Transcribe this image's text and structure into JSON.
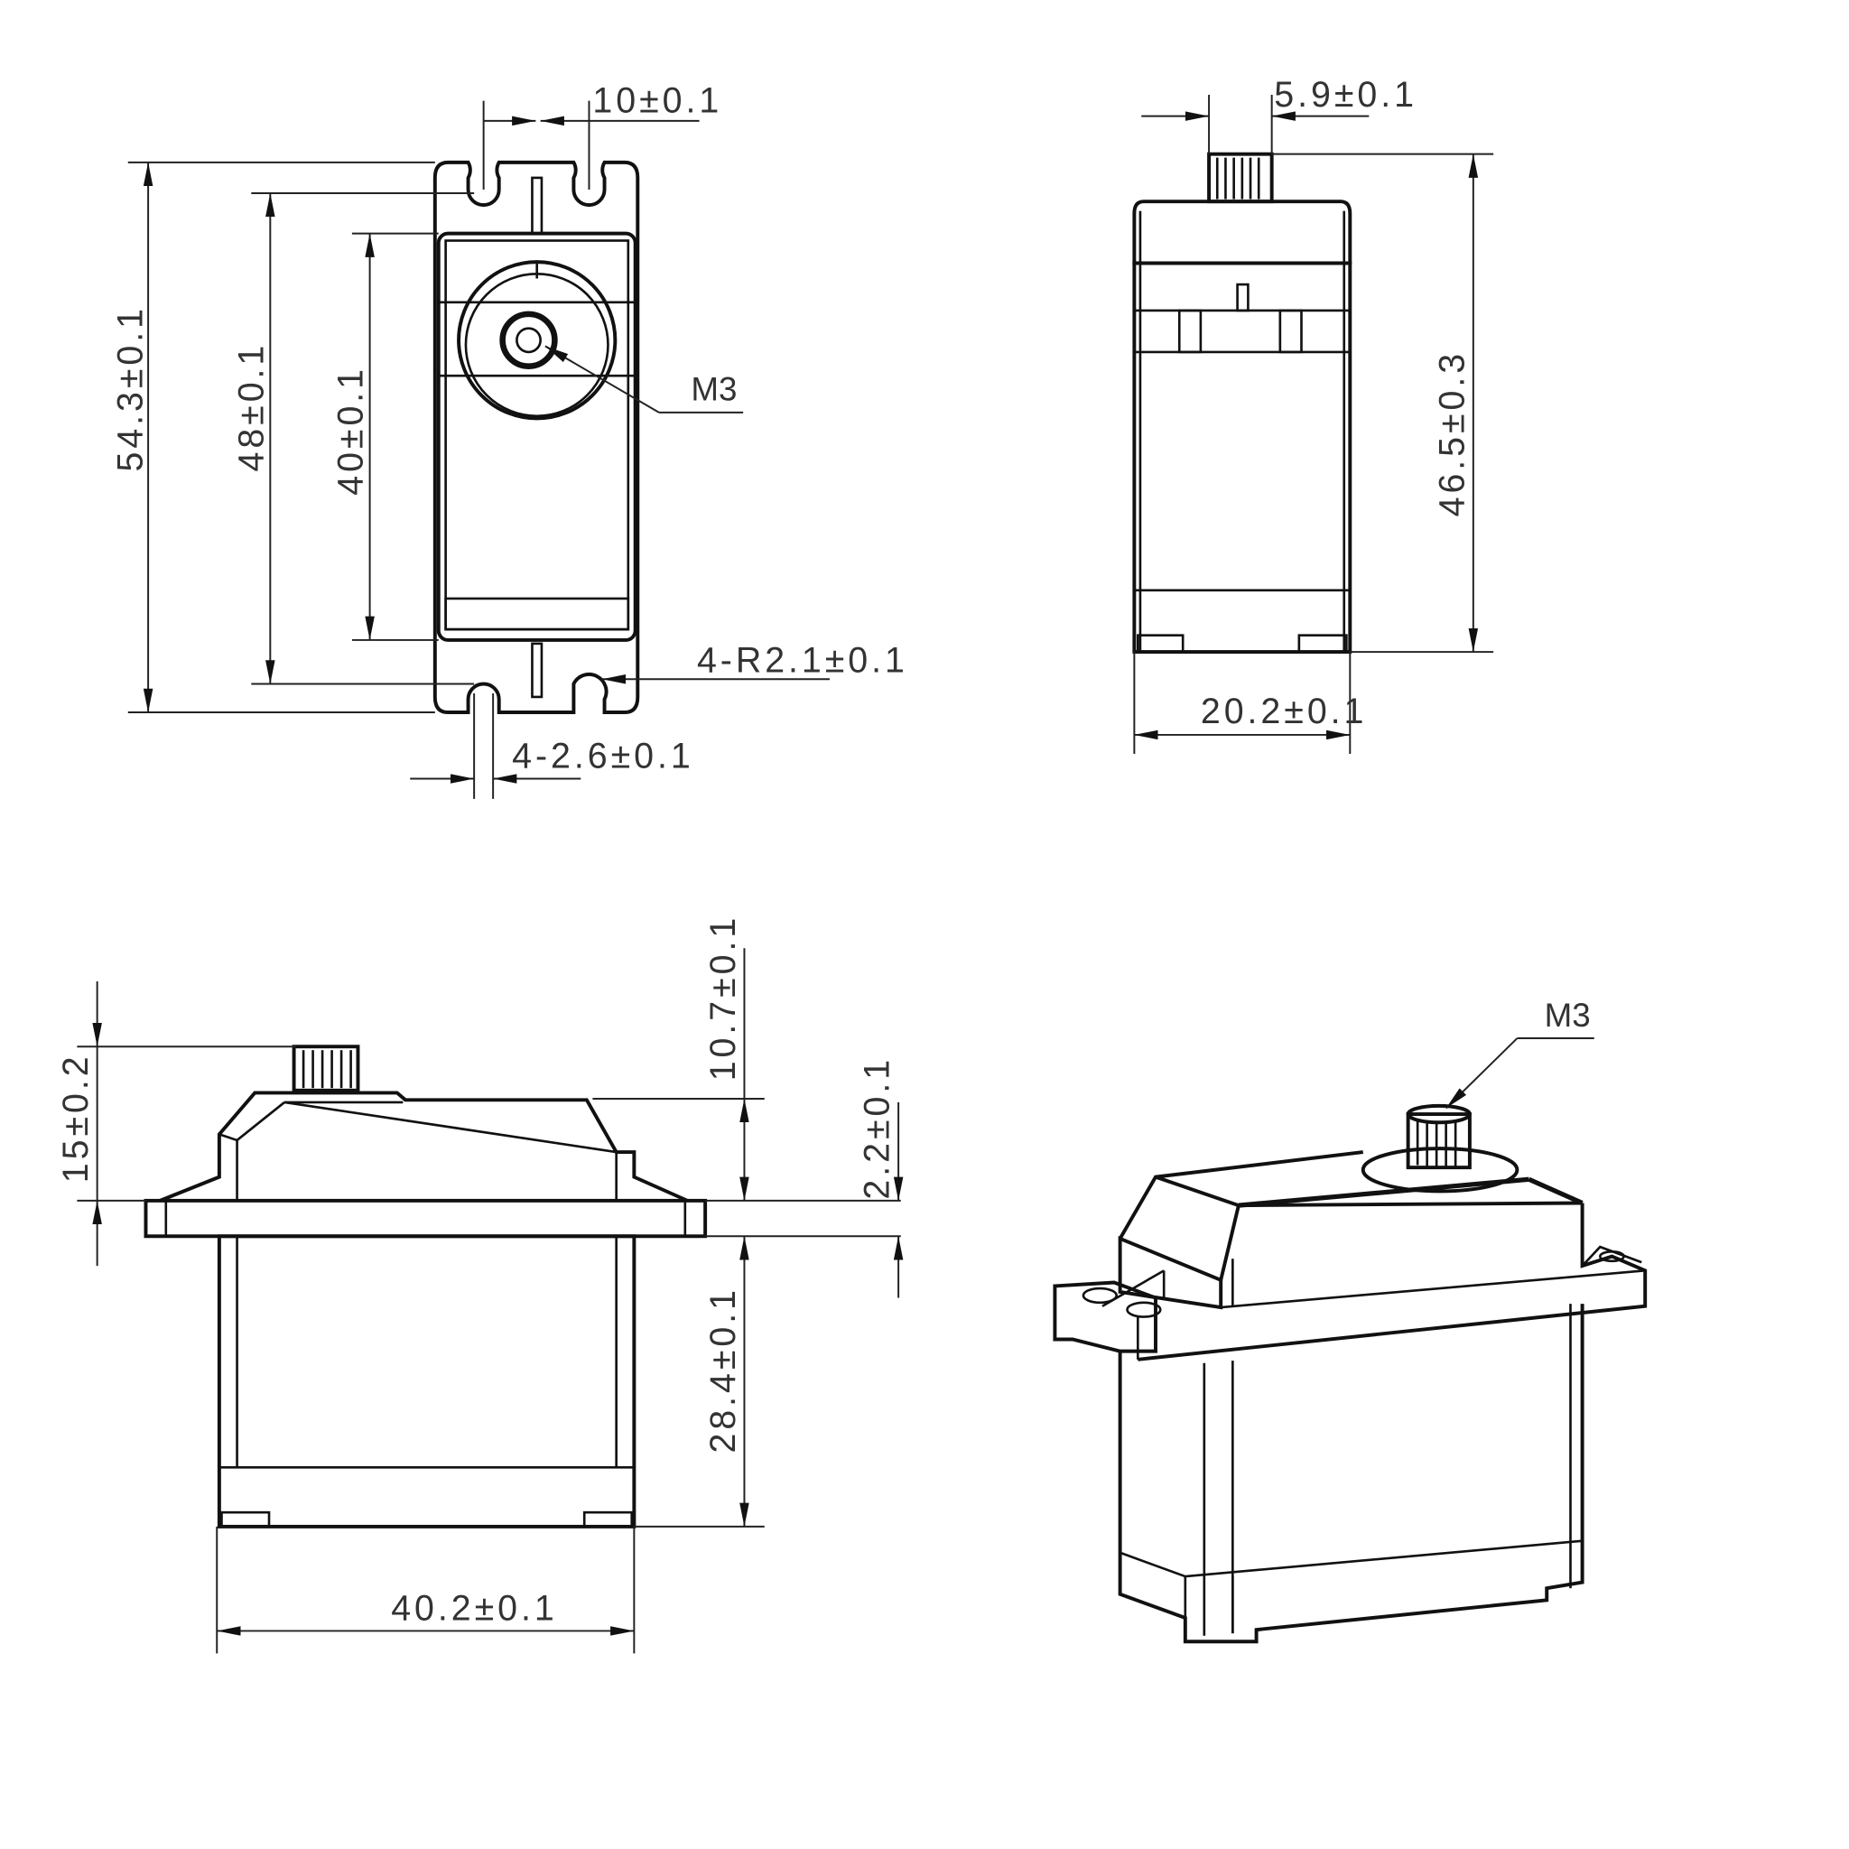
{
  "drawing": {
    "front_view": {
      "dim_overall_height": "54.3±0.1",
      "dim_hole_spacing_vertical": "48±0.1",
      "dim_body_height": "40±0.1",
      "dim_hole_spacing_horizontal": "10±0.1",
      "thread_label": "M3",
      "dim_hole_radius": "4-R2.1±0.1",
      "dim_hole_width": "4-2.6±0.1"
    },
    "side_view": {
      "dim_spline_width": "5.9±0.1",
      "dim_total_height": "46.5±0.3",
      "dim_width": "20.2±0.1"
    },
    "elevation_view": {
      "dim_top_height": "15±0.2",
      "dim_flange_to_top": "10.7±0.1",
      "dim_flange_thickness": "2.2±0.1",
      "dim_lower_body": "28.4±0.1",
      "dim_length": "40.2±0.1"
    },
    "isometric_view": {
      "thread_label": "M3"
    }
  }
}
